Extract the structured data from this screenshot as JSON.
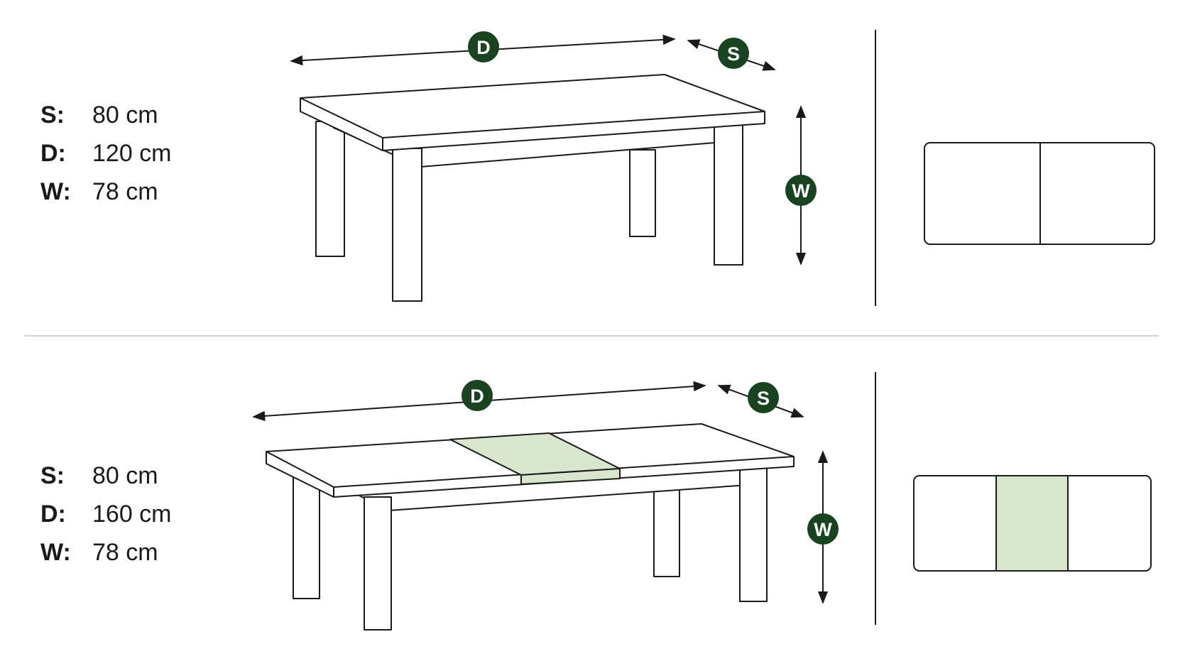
{
  "colors": {
    "line": "#1a1a1a",
    "marker_fill": "#17431f",
    "extension_fill": "#d8e6cd",
    "divider": "#b9c4cf"
  },
  "top": {
    "specs": [
      {
        "key": "S:",
        "value": "80 cm"
      },
      {
        "key": "D:",
        "value": "120 cm"
      },
      {
        "key": "W:",
        "value": "78 cm"
      }
    ],
    "markers": {
      "d": "D",
      "s": "S",
      "w": "W"
    }
  },
  "bottom": {
    "specs": [
      {
        "key": "S:",
        "value": "80 cm"
      },
      {
        "key": "D:",
        "value": "160 cm"
      },
      {
        "key": "W:",
        "value": "78 cm"
      }
    ],
    "markers": {
      "d": "D",
      "s": "S",
      "w": "W"
    }
  }
}
